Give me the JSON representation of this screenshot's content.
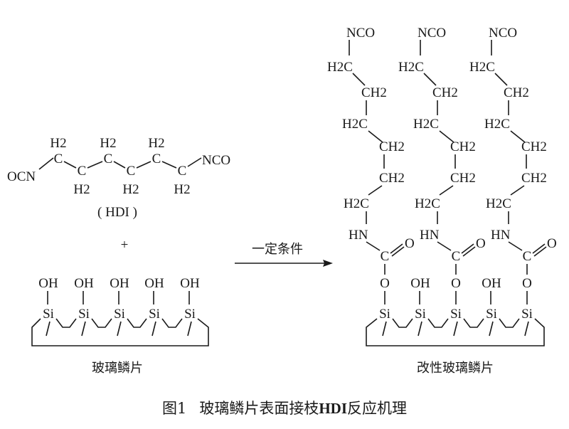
{
  "atoms": {
    "ocn": "OCN",
    "nco": "NCO",
    "h2": "H2",
    "c": "C",
    "ch2": "CH2",
    "h2c": "H2C",
    "hn": "HN",
    "o": "O",
    "oh": "OH",
    "si": "Si"
  },
  "reactant_label": "( HDI )",
  "plus": "+",
  "substrate_label": "玻璃鳞片",
  "arrow_label": "一定条件",
  "product_label": "改性玻璃鳞片",
  "caption": {
    "number": "图1",
    "title_pre": "玻璃鳞片表面接枝",
    "title_bold": "HDI",
    "title_post": "反应机理"
  },
  "colors": {
    "ink": "#1a1a1a",
    "background": "#ffffff"
  }
}
